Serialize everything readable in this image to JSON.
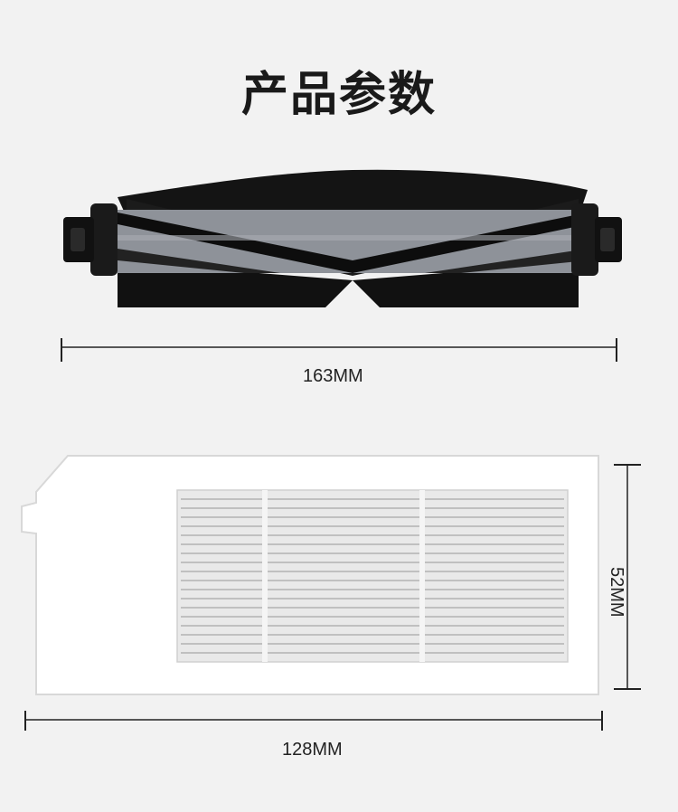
{
  "page": {
    "title": "产品参数"
  },
  "roller_brush": {
    "icon": "roller-brush-image",
    "length_label": "163MM"
  },
  "filter": {
    "icon": "hepa-filter-image",
    "width_label": "128MM",
    "height_label": "52MM"
  },
  "colors": {
    "background": "#f2f2f2",
    "bristle": "#111111",
    "core": "#8e9299",
    "filter_frame": "#ffffff"
  }
}
